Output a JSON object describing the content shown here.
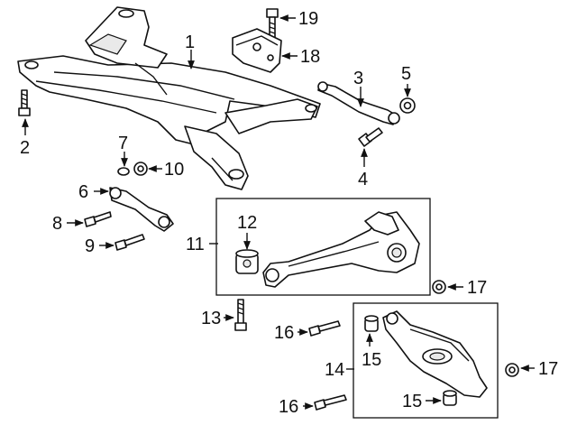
{
  "callouts": {
    "c1": "1",
    "c2": "2",
    "c3": "3",
    "c4": "4",
    "c5": "5",
    "c6": "6",
    "c7": "7",
    "c8": "8",
    "c9": "9",
    "c10": "10",
    "c11": "11",
    "c12": "12",
    "c13": "13",
    "c14": "14",
    "c15a": "15",
    "c15b": "15",
    "c16a": "16",
    "c16b": "16",
    "c17a": "17",
    "c17b": "17",
    "c18": "18",
    "c19": "19"
  },
  "colors": {
    "ink": "#111111",
    "background": "#ffffff"
  }
}
